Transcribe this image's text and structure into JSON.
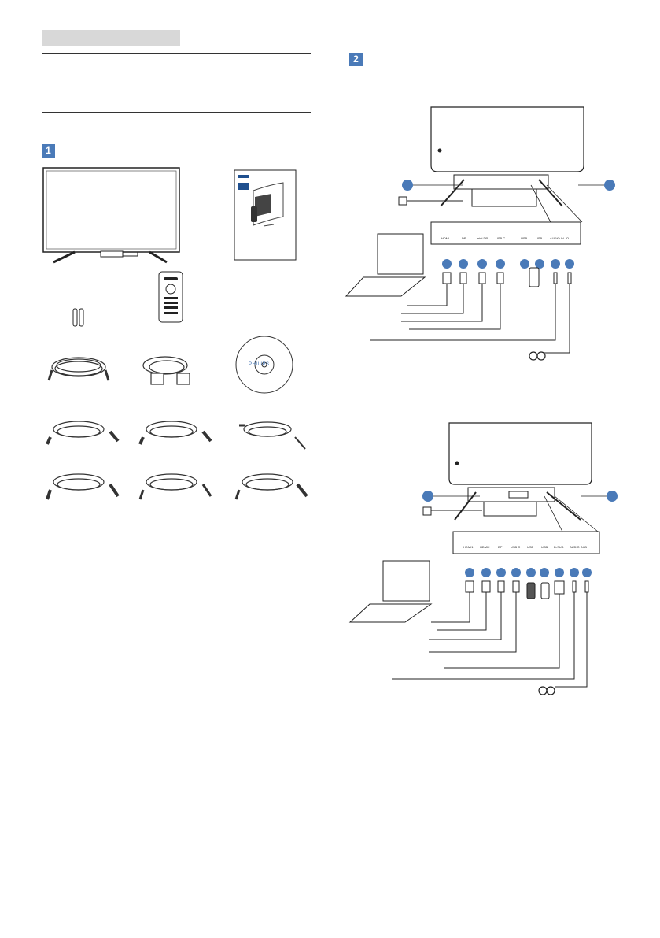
{
  "sections": [
    {
      "number": "1",
      "color": "#4a7ab8"
    },
    {
      "number": "2",
      "color": "#4a7ab8"
    }
  ],
  "package": {
    "brand": "PHILIPS",
    "cd_brand": "PHILIPS"
  },
  "ports_top": {
    "labels": [
      "HDMI",
      "DP",
      "mini DP",
      "USB C",
      "USB",
      "USB",
      "AUDIO IN",
      "Ω"
    ]
  },
  "ports_bottom": {
    "labels": [
      "HDMI1",
      "HDMI2",
      "DP",
      "USB C",
      "USB",
      "USB",
      "D-SUB",
      "AUDIO IN",
      "Ω"
    ]
  },
  "colors": {
    "accent": "#4a7ab8",
    "rule": "#333333",
    "header_fill": "#d8d8d8"
  }
}
